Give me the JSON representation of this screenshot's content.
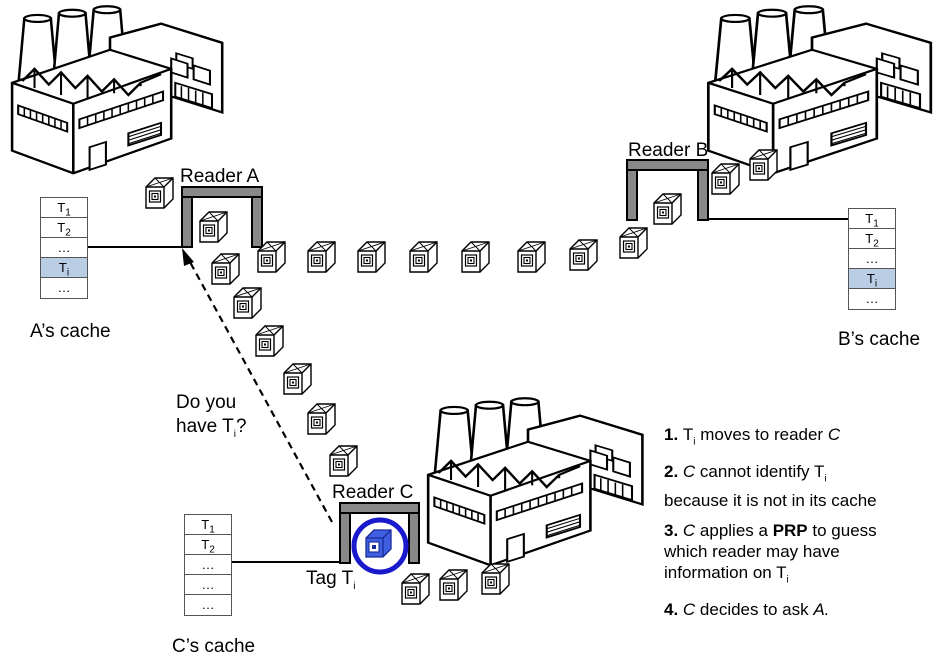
{
  "readers": {
    "a": "Reader A",
    "b": "Reader B",
    "c": "Reader C"
  },
  "caches": {
    "a": {
      "label": "A’s cache",
      "cells": [
        "T1",
        "T2",
        "…",
        "Ti",
        "…"
      ],
      "highlight_index": 3
    },
    "b": {
      "label": "B’s cache",
      "cells": [
        "T1",
        "T2",
        "…",
        "Ti",
        "…"
      ],
      "highlight_index": 3
    },
    "c": {
      "label": "C’s cache",
      "cells": [
        "T1",
        "T2",
        "…",
        "…",
        "…"
      ],
      "highlight_index": -1
    }
  },
  "question": {
    "line1": "Do you",
    "line2_prefix": "have T",
    "line2_sub": "i",
    "line2_suffix": "?"
  },
  "tag_label": {
    "prefix": "Tag T",
    "sub": "i"
  },
  "steps": [
    {
      "num": "1.",
      "parts": [
        [
          "n",
          "T"
        ],
        [
          "sub",
          "i"
        ],
        [
          "n",
          " moves to reader "
        ],
        [
          "i",
          "C"
        ]
      ]
    },
    {
      "num": "2.",
      "parts": [
        [
          "i",
          "C"
        ],
        [
          "n",
          " cannot identify T"
        ],
        [
          "sub",
          "i"
        ],
        [
          "br",
          ""
        ],
        [
          "n",
          "because it is not in its cache"
        ]
      ]
    },
    {
      "num": "3.",
      "parts": [
        [
          "i",
          "C"
        ],
        [
          "n",
          " applies a "
        ],
        [
          "b",
          "PRP"
        ],
        [
          "n",
          " to guess"
        ],
        [
          "br",
          ""
        ],
        [
          "n",
          "which reader may have"
        ],
        [
          "br",
          ""
        ],
        [
          "n",
          "information on T"
        ],
        [
          "sub",
          "i"
        ]
      ]
    },
    {
      "num": "4.",
      "parts": [
        [
          "i",
          "C"
        ],
        [
          "n",
          " decides to ask "
        ],
        [
          "i",
          "A."
        ]
      ]
    }
  ],
  "colors": {
    "reader_gate": "#888888",
    "cache_highlight": "#b9cde5",
    "tag_circle": "#1a1acc",
    "tag_fill": "#3f5fe0"
  },
  "icons": {
    "factory": "factory-icon",
    "rfid_package": "rfid-package-icon",
    "reader": "reader-gate-icon"
  }
}
